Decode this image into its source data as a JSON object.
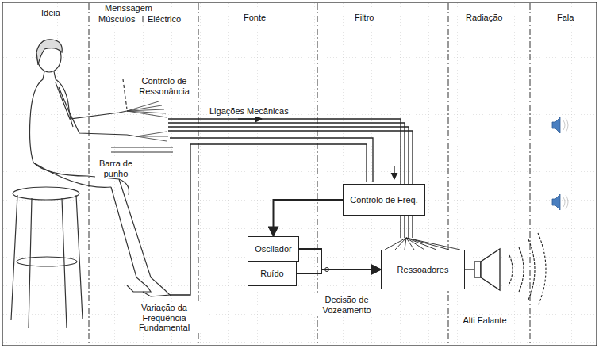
{
  "diagram": {
    "nodes": [
      {
        "text": [
          "Controlo de Freq."
        ]
      },
      {
        "text": [
          "Oscilador"
        ]
      },
      {
        "text": [
          "Ruído"
        ]
      },
      {
        "text": [
          "Ressoadores"
        ]
      }
    ],
    "edges": [
      {
        "from": 0,
        "to": 1,
        "arrow": "to"
      },
      {
        "from": 1,
        "to": 3,
        "arrow": "to"
      },
      {
        "from": 2,
        "to": 3,
        "arrow": "to"
      }
    ],
    "labels": [
      "Ideia",
      "Menssagem",
      "Músculos",
      "Eléctrico",
      "Fonte",
      "Filtro",
      "Radiação",
      "Fala",
      "Controlo de Ressonância",
      "Ligações Mecânicas",
      "Barra de punho",
      "Variação da Frequência Fundamental",
      "Decisão de Vozeamento",
      "Alti Falante"
    ]
  }
}
